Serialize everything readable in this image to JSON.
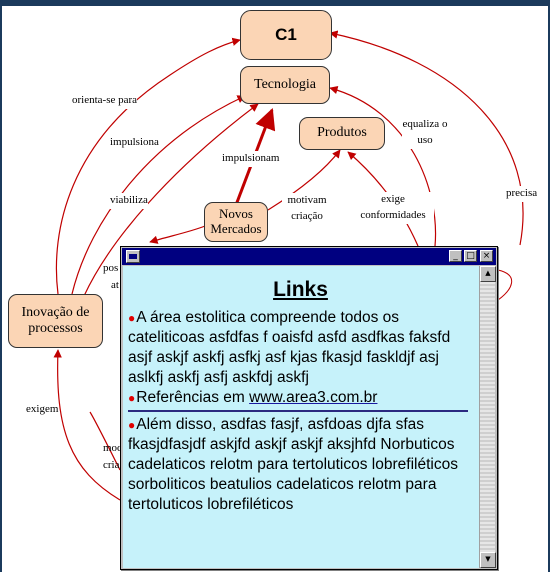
{
  "nodes": {
    "c1": "C1",
    "tecnologia": "Tecnologia",
    "produtos": "Produtos",
    "novos_mercados": "Novos Mercados",
    "inovacao": "Inovação de processos"
  },
  "links": {
    "orienta": "orienta-se para",
    "impulsiona": "impulsiona",
    "impulsionam": "impulsionam",
    "viabiliza": "viabiliza",
    "equaliza": "equaliza o uso",
    "precisa": "precisa",
    "motivam": "motivam criação",
    "exige": "exige conformidades",
    "exigem": "exigem",
    "pos_partial": "pos",
    "at_partial": "at",
    "modi_partial": "modi",
    "cria_partial": "cria r"
  },
  "popup": {
    "title": "",
    "heading": "Links",
    "bullet1": "A área estolitica compreende todos os cateliticoas asfdfas f oaisfd asfd asdfkas faksfd asjf askjf askfj asfkj asf kjas fkasjd faskldjf asj aslkfj askfj asfj askfdj askfj",
    "bullet2_prefix": "Referências em",
    "bullet2_link": "www.area3.com.br",
    "bullet3": "Além disso, asdfas fasjf, asfdoas djfa sfas  fkasjdfasjdf   askjfd askjf askjf aksjhfd Norbuticos cadelaticos relotm para tertoluticos lobrefiléticos sorboliticos  beatulios cadelaticos relotm para tertoluticos lobrefiléticos",
    "minimize": "_",
    "maximize": "□",
    "close": "×"
  },
  "colors": {
    "node_fill": "#fbd5b5",
    "arrow": "#c00000",
    "popup_bg": "#c6f2fa",
    "titlebar": "#000080",
    "bullet_dot": "#e00000"
  }
}
